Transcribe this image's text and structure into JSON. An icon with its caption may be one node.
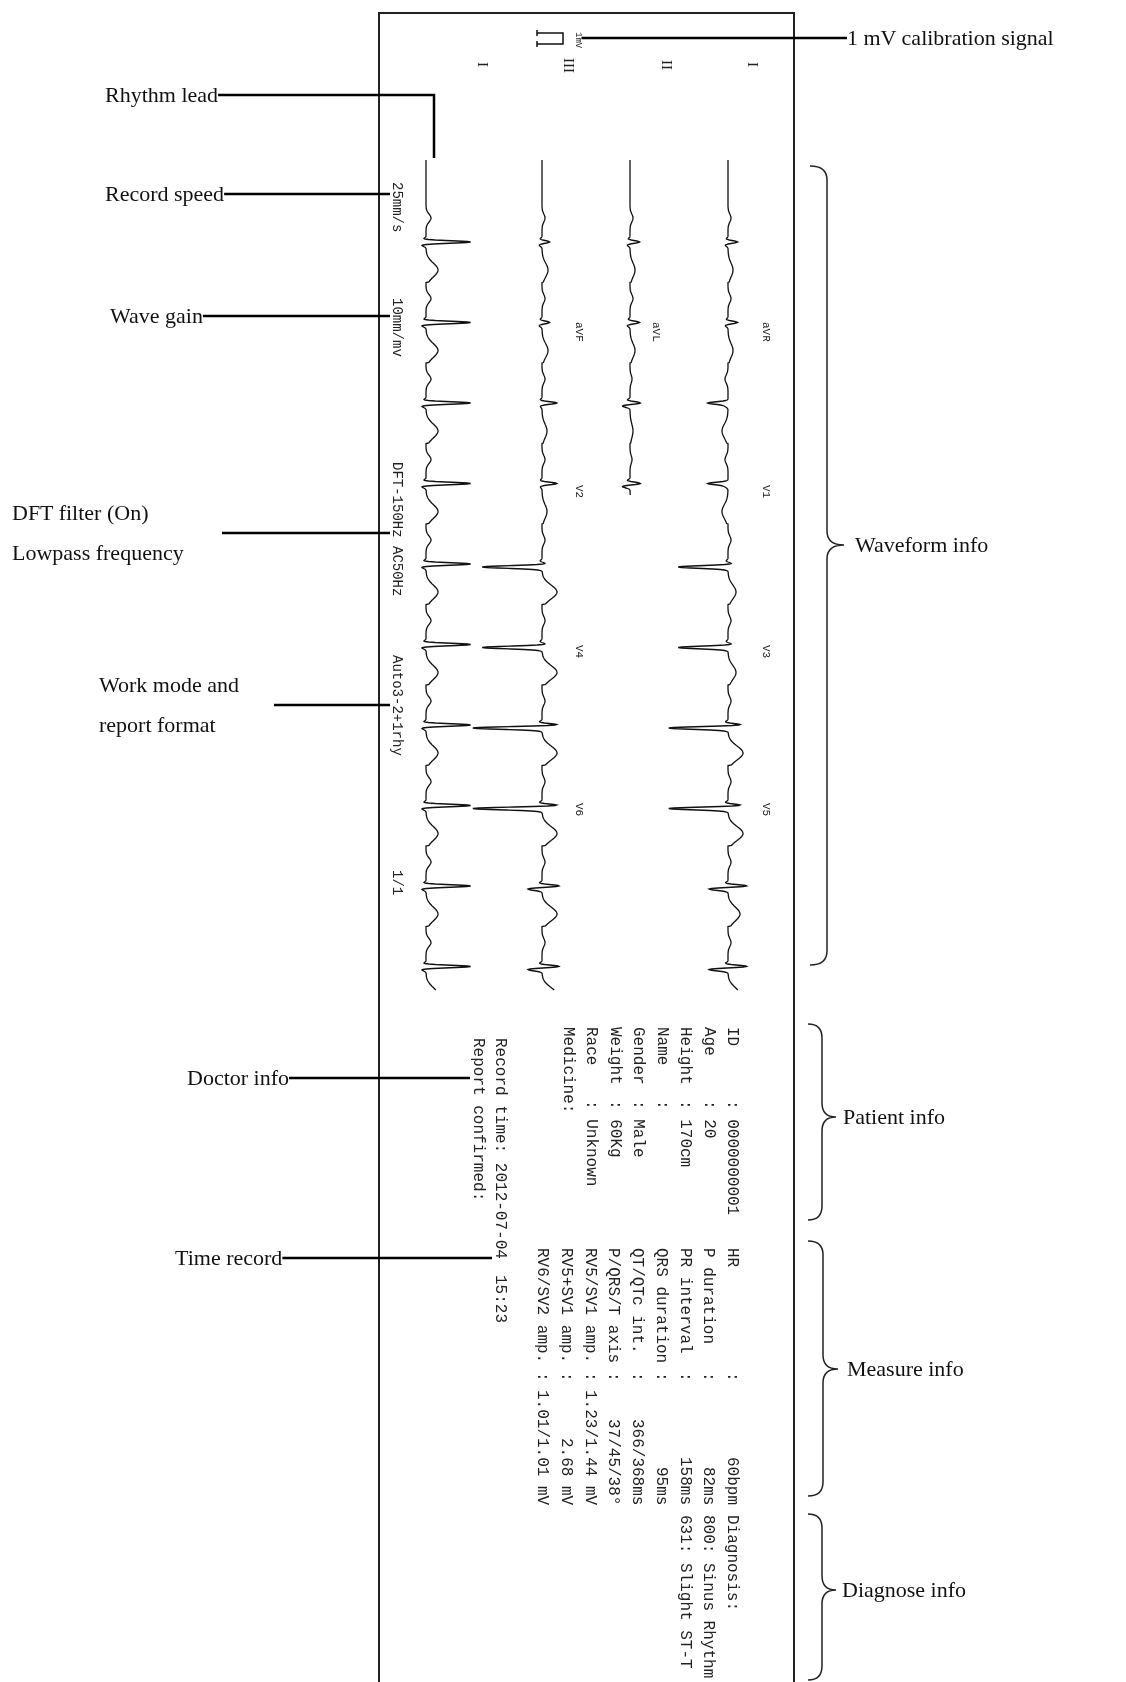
{
  "diagram": {
    "nodes": [
      {
        "text": [
          "1 mV calibration signal"
        ]
      },
      {
        "text": [
          "Rhythm lead"
        ]
      },
      {
        "text": [
          "Record speed"
        ]
      },
      {
        "text": [
          "Wave gain"
        ]
      },
      {
        "text": [
          "DFT filter (On) Lowpass frequency"
        ]
      },
      {
        "text": [
          "Work mode and report format"
        ]
      },
      {
        "text": [
          "Doctor info"
        ]
      },
      {
        "text": [
          "Time record"
        ]
      },
      {
        "text": [
          "1mV"
        ]
      },
      {
        "text": [],
        "shape": "picture"
      },
      {
        "text": [
          "25mm/s"
        ]
      },
      {
        "text": [
          "10mm/mv"
        ]
      },
      {
        "text": [
          "DFT-150Hz AC50Hz"
        ]
      },
      {
        "text": [
          "Auto3-2+1rhy"
        ]
      },
      {
        "text": [
          "Report confirmed:"
        ]
      },
      {
        "text": [
          "Record time: 2012-07-04",
          "15:23"
        ]
      }
    ],
    "edges": [
      {
        "from": 0,
        "to": 8,
        "arrow": "none"
      },
      {
        "from": 1,
        "to": 9,
        "arrow": "none"
      },
      {
        "from": 2,
        "to": 10,
        "arrow": "none"
      },
      {
        "from": 3,
        "to": 11,
        "arrow": "none"
      },
      {
        "from": 4,
        "to": 12,
        "arrow": "none"
      },
      {
        "from": 5,
        "to": 13,
        "arrow": "none"
      },
      {
        "from": 6,
        "to": 14,
        "arrow": "none"
      },
      {
        "from": 7,
        "to": 15,
        "arrow": "none"
      }
    ],
    "labels": [
      "I",
      "III",
      "II",
      "I",
      "aVF",
      "aVL",
      "aVR",
      "V2",
      "V1",
      "V4",
      "V3",
      "V6",
      "V5",
      "1/1",
      "Waveform info",
      "ID",
      ": 0000000001",
      "Age",
      ": 20",
      "Height",
      ": 170cm",
      "Name",
      ":",
      "Gender",
      ": Male",
      "Weight",
      ": 60Kg",
      "Race",
      ": Unknown",
      "Medicine:",
      "Patient info",
      "HR",
      ":",
      "60bpm",
      "P duration",
      ":",
      "82ms",
      "PR interval",
      ":",
      "158ms",
      "QRS duration",
      ":",
      "95ms",
      "QT/QTc int.",
      ":",
      "366/368ms",
      "P/QRS/T axis",
      ":",
      "37/45/38°",
      "RV5/SV1 amp.",
      ":",
      "1.23/1.44 mV",
      "RV5+SV1 amp.",
      ":",
      "2.68 mV",
      "RV6/SV2 amp.",
      ":",
      "1.01/1.01 mV",
      "Measure info",
      "Diagnosis:",
      "631: Slight ST-T",
      "800: Sinus Rhythm",
      "Diagnose info"
    ]
  }
}
